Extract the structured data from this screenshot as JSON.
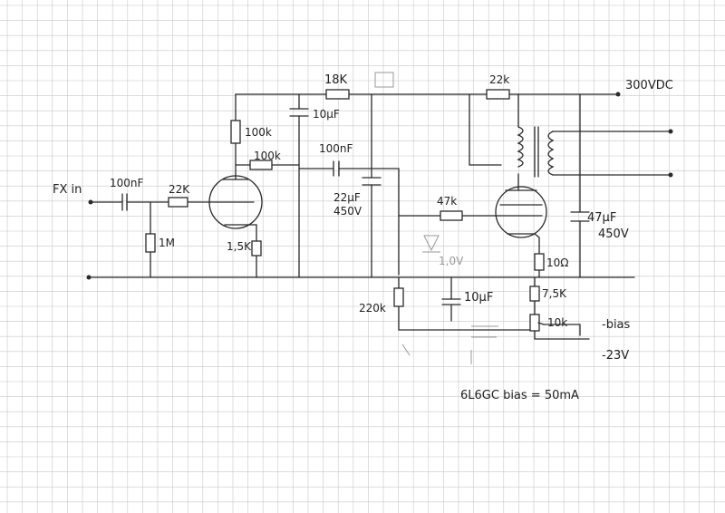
{
  "sheet": {
    "grid_color": "#c8c8c8",
    "ink_color": "#2a2a2a"
  },
  "labels": {
    "supply": "300VDC",
    "input": "FX in",
    "c_in": "100nF",
    "r_grid_stop": "22K",
    "r_grid_leak": "1M",
    "r_plate1": "100k",
    "r_cathode1": "1,5K",
    "r_feedback": "100k",
    "r_dropper": "18K",
    "c_dec1": "10µF",
    "c_coupling": "100nF",
    "c_dec2_value": "22µF",
    "c_dec2_voltage": "450V",
    "r_grid2": "47k",
    "r_screen": "22k",
    "c_res_value": "47µF",
    "c_res_voltage": "450V",
    "r_cathode2": "10Ω",
    "r_bias_leak": "220k",
    "c_bias": "10µF",
    "r_bias_series": "7,5K",
    "pot_bias": "10k",
    "bias_label": "-bias",
    "bias_voltage": "-23V",
    "note": "6L6GC bias = 50mA",
    "faint_value": "1,0V"
  }
}
